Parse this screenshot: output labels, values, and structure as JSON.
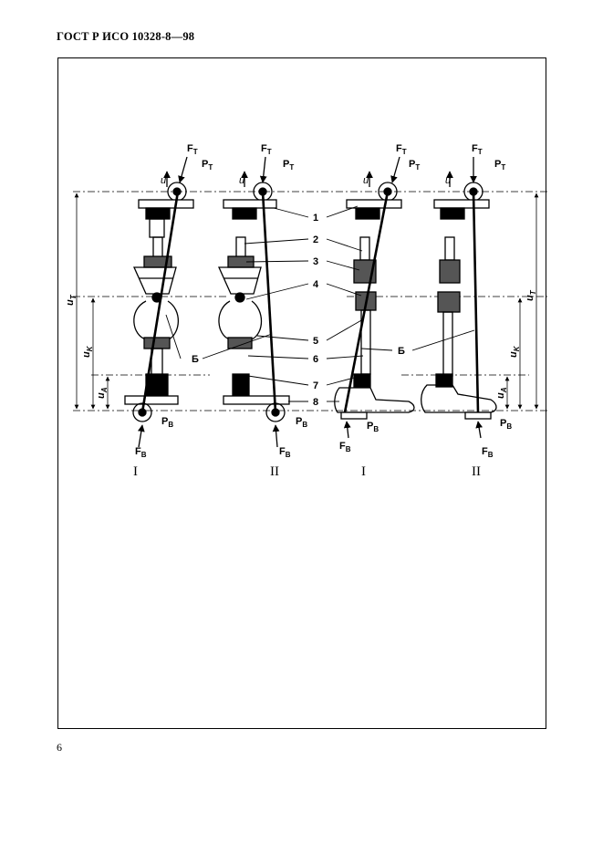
{
  "document": {
    "header": "ГОСТ Р ИСО 10328-8—98",
    "page_number": "6"
  },
  "figure": {
    "panels": [
      {
        "id": "p1",
        "label": "I"
      },
      {
        "id": "p2",
        "label": "II"
      },
      {
        "id": "p3",
        "label": "I"
      },
      {
        "id": "p4",
        "label": "II"
      }
    ],
    "symbols": {
      "F": "F",
      "P": "P",
      "sub_T": "T",
      "sub_B": "B",
      "u": "u",
      "sub_K": "K",
      "sub_A": "A"
    },
    "callouts": [
      "1",
      "2",
      "3",
      "4",
      "5",
      "6",
      "7",
      "8"
    ],
    "b_label": "Б"
  }
}
